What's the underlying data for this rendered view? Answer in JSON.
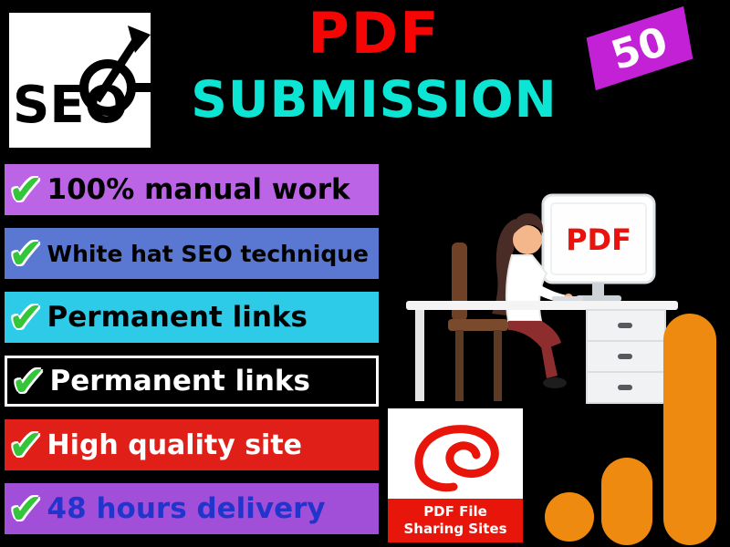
{
  "colors": {
    "background": "#000000",
    "title_pdf": "#f60505",
    "title_submission": "#0ce4d4",
    "badge_bg": "#c321d6",
    "check_green": "#35c53a",
    "analytics_orange": "#ef8a10",
    "pdf_red": "#e8150b"
  },
  "logo": {
    "text": "SEO"
  },
  "title": {
    "line1": "PDF",
    "line2": "SUBMISSION"
  },
  "badge": {
    "value": "50"
  },
  "icons": {
    "check": "✔"
  },
  "features": [
    {
      "label": "100% manual work",
      "bg": "#bb64e6",
      "color": "#000000"
    },
    {
      "label": "White hat SEO technique",
      "bg": "#5a78d2",
      "color": "#000000"
    },
    {
      "label": "Permanent links",
      "bg": "#2ecbe8",
      "color": "#000000"
    },
    {
      "label": "Permanent links",
      "bg": "#000000",
      "color": "#ffffff",
      "border": "#ffffff"
    },
    {
      "label": "High quality site",
      "bg": "#e02018",
      "color": "#ffffff"
    },
    {
      "label": "48 hours delivery",
      "bg": "#a14fd8",
      "color": "#2135cc"
    }
  ],
  "illustration": {
    "monitor_label": "PDF"
  },
  "pdf_card": {
    "line1": "PDF File",
    "line2": "Sharing Sites"
  }
}
